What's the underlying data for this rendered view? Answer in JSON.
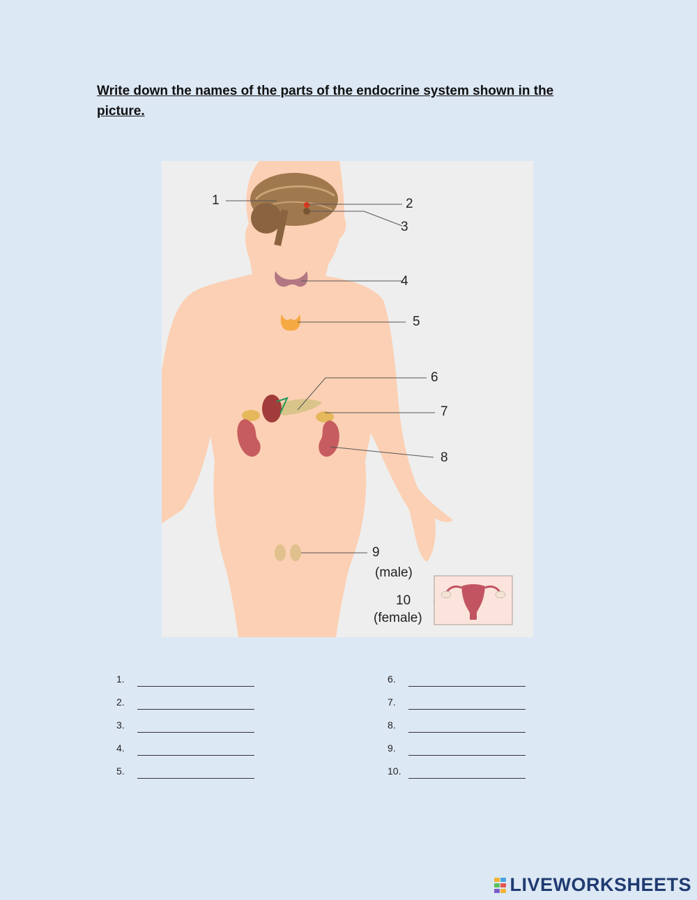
{
  "instruction": "Write down the names of the parts of the endocrine system  shown in the picture.",
  "callouts": {
    "c1": "1",
    "c2": "2",
    "c3": "3",
    "c4": "4",
    "c5": "5",
    "c6": "6",
    "c7": "7",
    "c8": "8",
    "c9": "9",
    "c9_sub": "(male)",
    "c10": "10",
    "c10_sub": "(female)"
  },
  "answers": {
    "left": [
      "1.",
      "2.",
      "3.",
      "4.",
      "5."
    ],
    "right": [
      "6.",
      "7.",
      "8.",
      "9.",
      "10."
    ]
  },
  "brand": "LIVEWORKSHEETS",
  "colors": {
    "background": "#dde8f5",
    "skin": "#fcd0b4",
    "brand": "#1f3b70"
  }
}
